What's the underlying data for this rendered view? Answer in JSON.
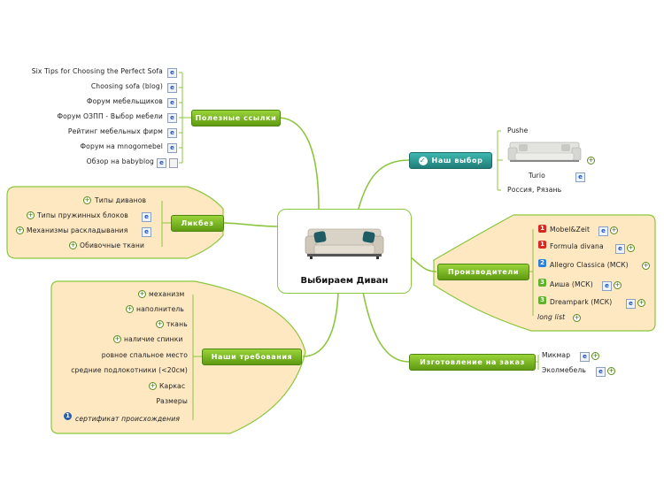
{
  "central": {
    "title": "Выбираем Диван"
  },
  "branches": {
    "links": {
      "label": "Полезные ссылки",
      "items": [
        "Six Tips for Choosing the Perfect Sofa",
        "Choosing sofa (blog)",
        "Форум мебельщиков",
        "Форум ОЗПП - Выбор мебели",
        "Рейтинг мебельных фирм",
        "Форум на mnogomebel",
        "Обзор на babyblog"
      ]
    },
    "likbez": {
      "label": "Ликбез",
      "items": [
        "Типы диванов",
        "Типы пружинных блоков",
        "Механизмы раскладывания",
        "Обивочные ткани"
      ]
    },
    "requirements": {
      "label": "Наши требования",
      "items": [
        "механизм",
        "наполнитель",
        "ткань",
        "наличие спинки",
        "ровное спальное место",
        "средние подлокотники (<20см)",
        "Каркас",
        "Размеры",
        "сертификат происхождения"
      ]
    },
    "choice": {
      "label": "Наш выбор",
      "items": [
        "Pushe",
        "Turio",
        "Россия, Рязань"
      ]
    },
    "makers": {
      "label": "Производители",
      "items": [
        "Mobel&Zeit",
        "Formula divana",
        "Allegro Classica (МСК)",
        "Аиша (МСК)",
        "Dreampark (МСК)",
        "long list"
      ],
      "priorities": [
        "1",
        "1",
        "2",
        "3",
        "3"
      ]
    },
    "custom": {
      "label": "Изготовление на заказ",
      "items": [
        "Микмар",
        "Эколмебель"
      ]
    }
  },
  "colors": {
    "connector": "#8cc63f",
    "cloud_fill": "#fde8c2",
    "cloud_stroke": "#8cc63f",
    "branch_green": "#6fae1f",
    "branch_teal": "#2a9a93",
    "prio_red": "#d62a20",
    "prio_blue": "#2f7fd6",
    "prio_green": "#5fb22a"
  }
}
